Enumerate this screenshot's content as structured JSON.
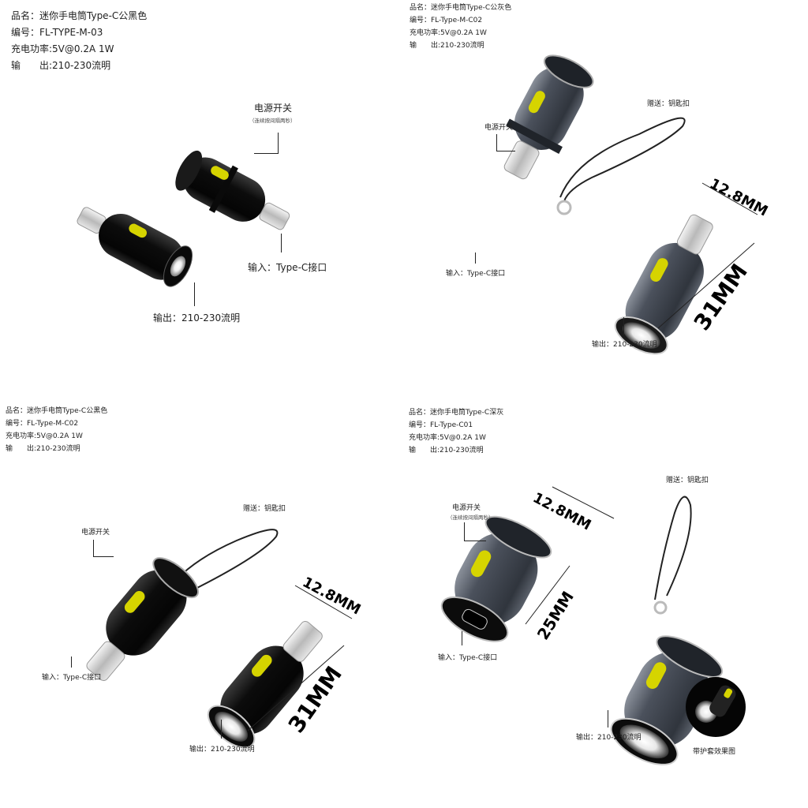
{
  "q1": {
    "specs": [
      "品名：迷你手电筒Type-C公黑色",
      "编号：FL-TYPE-M-03",
      "充电功率:5V@0.2A 1W",
      "输　　出:210-230流明"
    ],
    "switch_label": "电源开关",
    "switch_note": "（连续按间隔两秒）",
    "input_label": "输入：Type-C接口",
    "output_label": "输出：210-230流明"
  },
  "q2": {
    "specs": [
      "品名：迷你手电筒Type-C公灰色",
      "编号：FL-Type-M-C02",
      "充电功率:5V@0.2A 1W",
      "输　　出:210-230流明"
    ],
    "gift_label": "赠送：钥匙扣",
    "switch_label": "电源开关",
    "input_label": "输入：Type-C接口",
    "output_label": "输出：210-230流明",
    "dim_width": "12.8MM",
    "dim_length": "31MM"
  },
  "q3": {
    "specs": [
      "品名：迷你手电筒Type-C公黑色",
      "编号：FL-Type-M-C02",
      "充电功率:5V@0.2A 1W",
      "输　　出:210-230流明"
    ],
    "gift_label": "赠送：钥匙扣",
    "switch_label": "电源开关",
    "input_label": "输入：Type-C接口",
    "output_label": "输出：210-230流明",
    "dim_width": "12.8MM",
    "dim_length": "31MM"
  },
  "q4": {
    "specs": [
      "品名：迷你手电筒Type-C深灰",
      "编号：FL-Type-C01",
      "充电功率:5V@0.2A 1W",
      "输　　出:210-230流明"
    ],
    "gift_label": "赠送：钥匙扣",
    "switch_label": "电源开关",
    "switch_note": "（连续按间隔两秒）",
    "input_label": "输入：Type-C接口",
    "output_label": "输出：210-230流明",
    "dim_width": "12.8MM",
    "dim_length": "25MM",
    "case_label": "带护套效果图"
  },
  "colors": {
    "button_yellow": "#d6d400",
    "body_black": "#111111",
    "body_gray": "#4a4f59"
  }
}
